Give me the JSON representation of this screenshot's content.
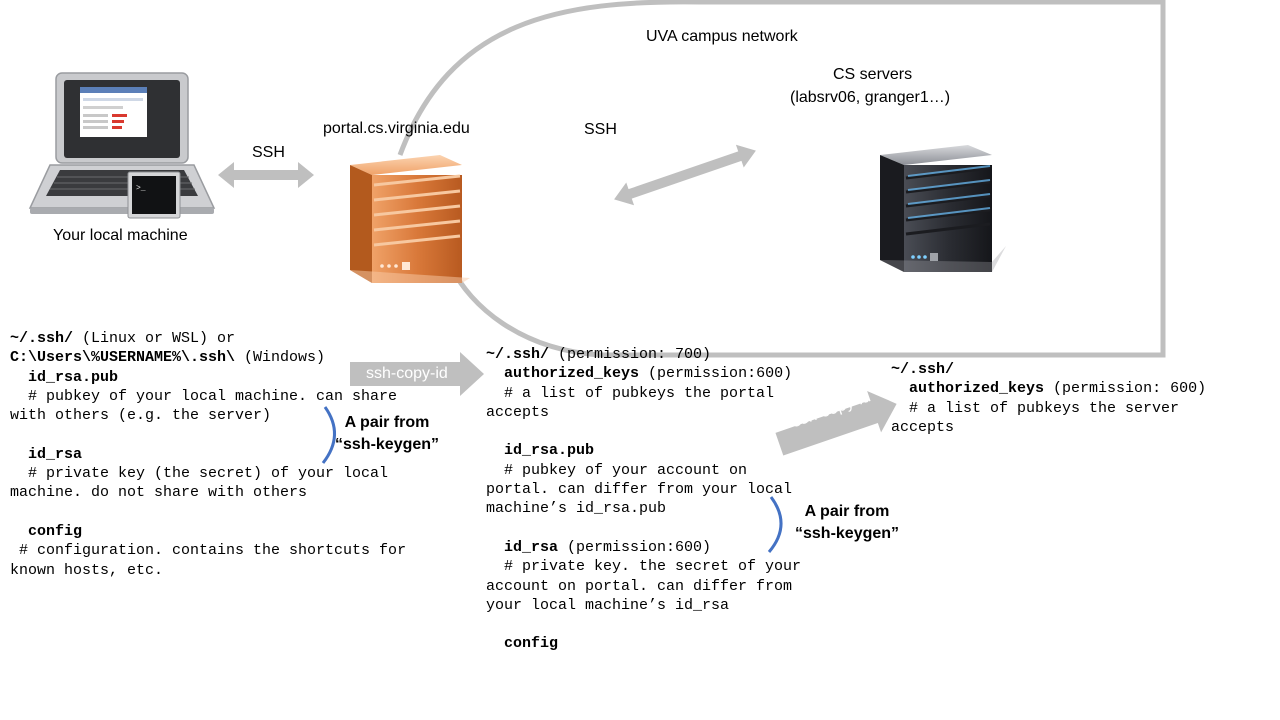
{
  "labels": {
    "campus_network": "UVA campus network",
    "cs_servers_line1": "CS servers",
    "cs_servers_line2": "(labsrv06, granger1…)",
    "portal_host": "portal.cs.virginia.edu",
    "ssh_left": "SSH",
    "ssh_right": "SSH",
    "local_machine": "Your local machine",
    "ssh_copy_id_1": "ssh-copy-id",
    "ssh_copy_id_2": "ssh-copy-id",
    "pair_1": "A pair from\n“ssh-keygen”",
    "pair_2": "A pair from\n“ssh-keygen”"
  },
  "local_files": {
    "dir_path": "~/.ssh/",
    "dir_note": " (Linux or WSL) or",
    "win_path": "C:\\Users\\%USERNAME%\\.ssh\\",
    "win_note": " (Windows)",
    "pubkey_name": "id_rsa.pub",
    "pubkey_desc": "  # pubkey of your local machine. can share\nwith others (e.g. the server)",
    "privkey_name": "id_rsa",
    "privkey_desc": "  # private key (the secret) of your local\nmachine. do not share with others",
    "config_name": "config",
    "config_desc": " # configuration. contains the shortcuts for\nknown hosts, etc."
  },
  "portal_files": {
    "dir_path": "~/.ssh/",
    "dir_note": " (permission: 700)",
    "auth_name": "authorized_keys",
    "auth_perm": " (permission:600)",
    "auth_desc": "  # a list of pubkeys the portal\naccepts",
    "pubkey_name": "id_rsa.pub",
    "pubkey_desc": "  # pubkey of your account on\nportal. can differ from your local\nmachine’s id_rsa.pub",
    "privkey_name": "id_rsa",
    "privkey_perm": " (permission:600)",
    "privkey_desc": "  # private key. the secret of your\naccount on portal. can differ from\nyour local machine’s id_rsa",
    "config_name": "config"
  },
  "server_files": {
    "dir_path": "~/.ssh/",
    "auth_name": "authorized_keys",
    "auth_perm": " (permission: 600)",
    "auth_desc": "  # a list of pubkeys the server\naccepts"
  },
  "colors": {
    "arrow_gray": "#bfbfbf",
    "network_border": "#bfbfbf",
    "bracket_blue": "#4472c4",
    "portal_orange": "#d9793a",
    "server_dark": "#2b2d33"
  }
}
